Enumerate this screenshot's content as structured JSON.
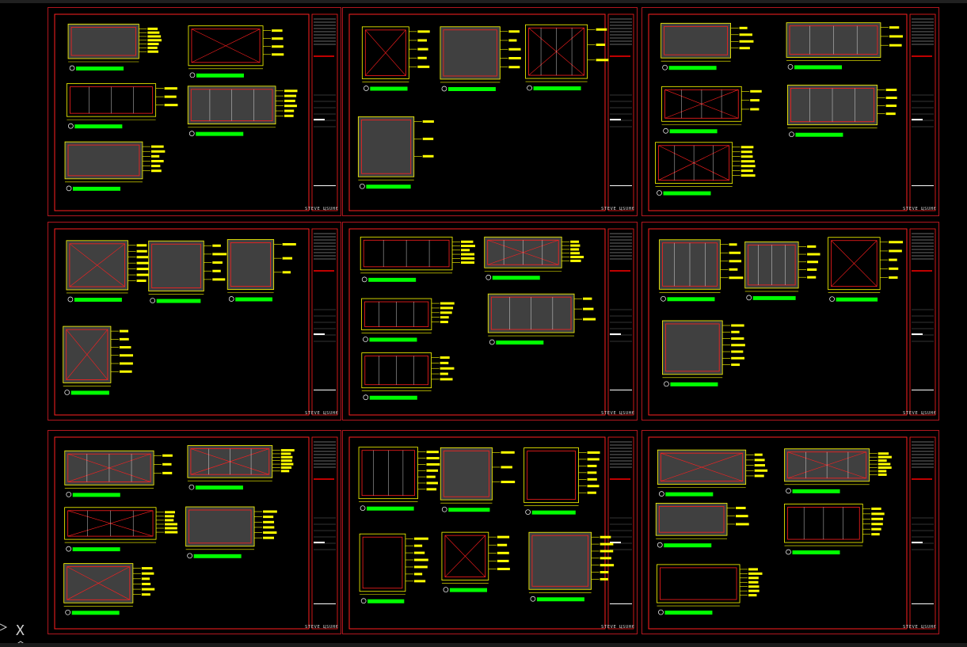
{
  "app": {
    "theme": "dark-cad",
    "background_color": "#000000"
  },
  "colors": {
    "sheet_border": "#b0171f",
    "frame_line": "#ff1f1f",
    "annotation": "#ffff00",
    "label_bar": "#00ff00",
    "fill_gray": "#404040",
    "hatch": "#00ff66",
    "outline": "#ffffff"
  },
  "sheets": [
    {
      "id": "sheet-1",
      "label": "ЅТЕVЕ ЦЅUНЄ"
    },
    {
      "id": "sheet-2",
      "label": "ЅТЕVЕ ЦЅUНЄ"
    },
    {
      "id": "sheet-3",
      "label": "ЅТЕVЕ ЦЅUНЄ"
    },
    {
      "id": "sheet-4",
      "label": "ЅТЕVЕ ЦЅUНЄ"
    },
    {
      "id": "sheet-5",
      "label": "ЅТЕVЕ ЦЅUНЄ"
    },
    {
      "id": "sheet-6",
      "label": "ЅТЕVЕ ЦЅUНЄ"
    },
    {
      "id": "sheet-7",
      "label": "ЅТЕVЕ ЦЅUНЄ"
    },
    {
      "id": "sheet-8",
      "label": "ЅТЕVЕ ЦЅUНЄ"
    },
    {
      "id": "sheet-9",
      "label": "ЅТЕVЕ ЦЅUНЄ"
    }
  ],
  "icons": {
    "ucs": "ucs-icon"
  }
}
